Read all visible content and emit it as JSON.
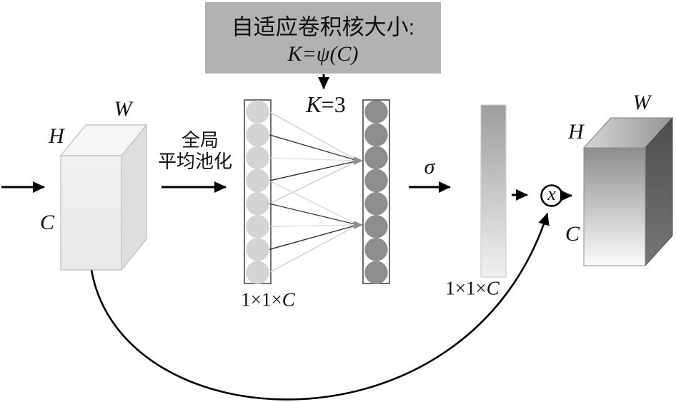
{
  "figure": {
    "adaptive_kernel_box": {
      "line1": "自适应卷积核大小:",
      "line2": "K=ψ(C)"
    },
    "kernel_size": {
      "var": "K",
      "rest": "=3"
    },
    "input_tensor": {
      "width": "W",
      "height": "H",
      "channels": "C"
    },
    "gap_label": {
      "line1": "全局",
      "line2": "平均池化"
    },
    "left_vector_label": {
      "prefix": "1×1×",
      "var": "C"
    },
    "right_vector_label": {
      "prefix": "1×1×",
      "var": "C"
    },
    "sigma_label": "σ",
    "multiply_symbol": "x",
    "output_tensor": {
      "width": "W",
      "height": "H",
      "channels": "C"
    }
  },
  "colors": {
    "title_box_bg": "#b2b2b2",
    "left_nodes_fill": "#d4d4d4",
    "right_nodes_fill": "#8e8e8e",
    "input_cube_front": "#ededed",
    "output_cube_front_top": "#8d8d8d",
    "output_cube_front_bottom": "#fbfbfb",
    "output_cube_side": "#565656",
    "gradient_bar_top": "#a2a2a2",
    "gradient_bar_bottom": "#f0f0f0",
    "arrow": "#000000",
    "text": "#111111"
  }
}
